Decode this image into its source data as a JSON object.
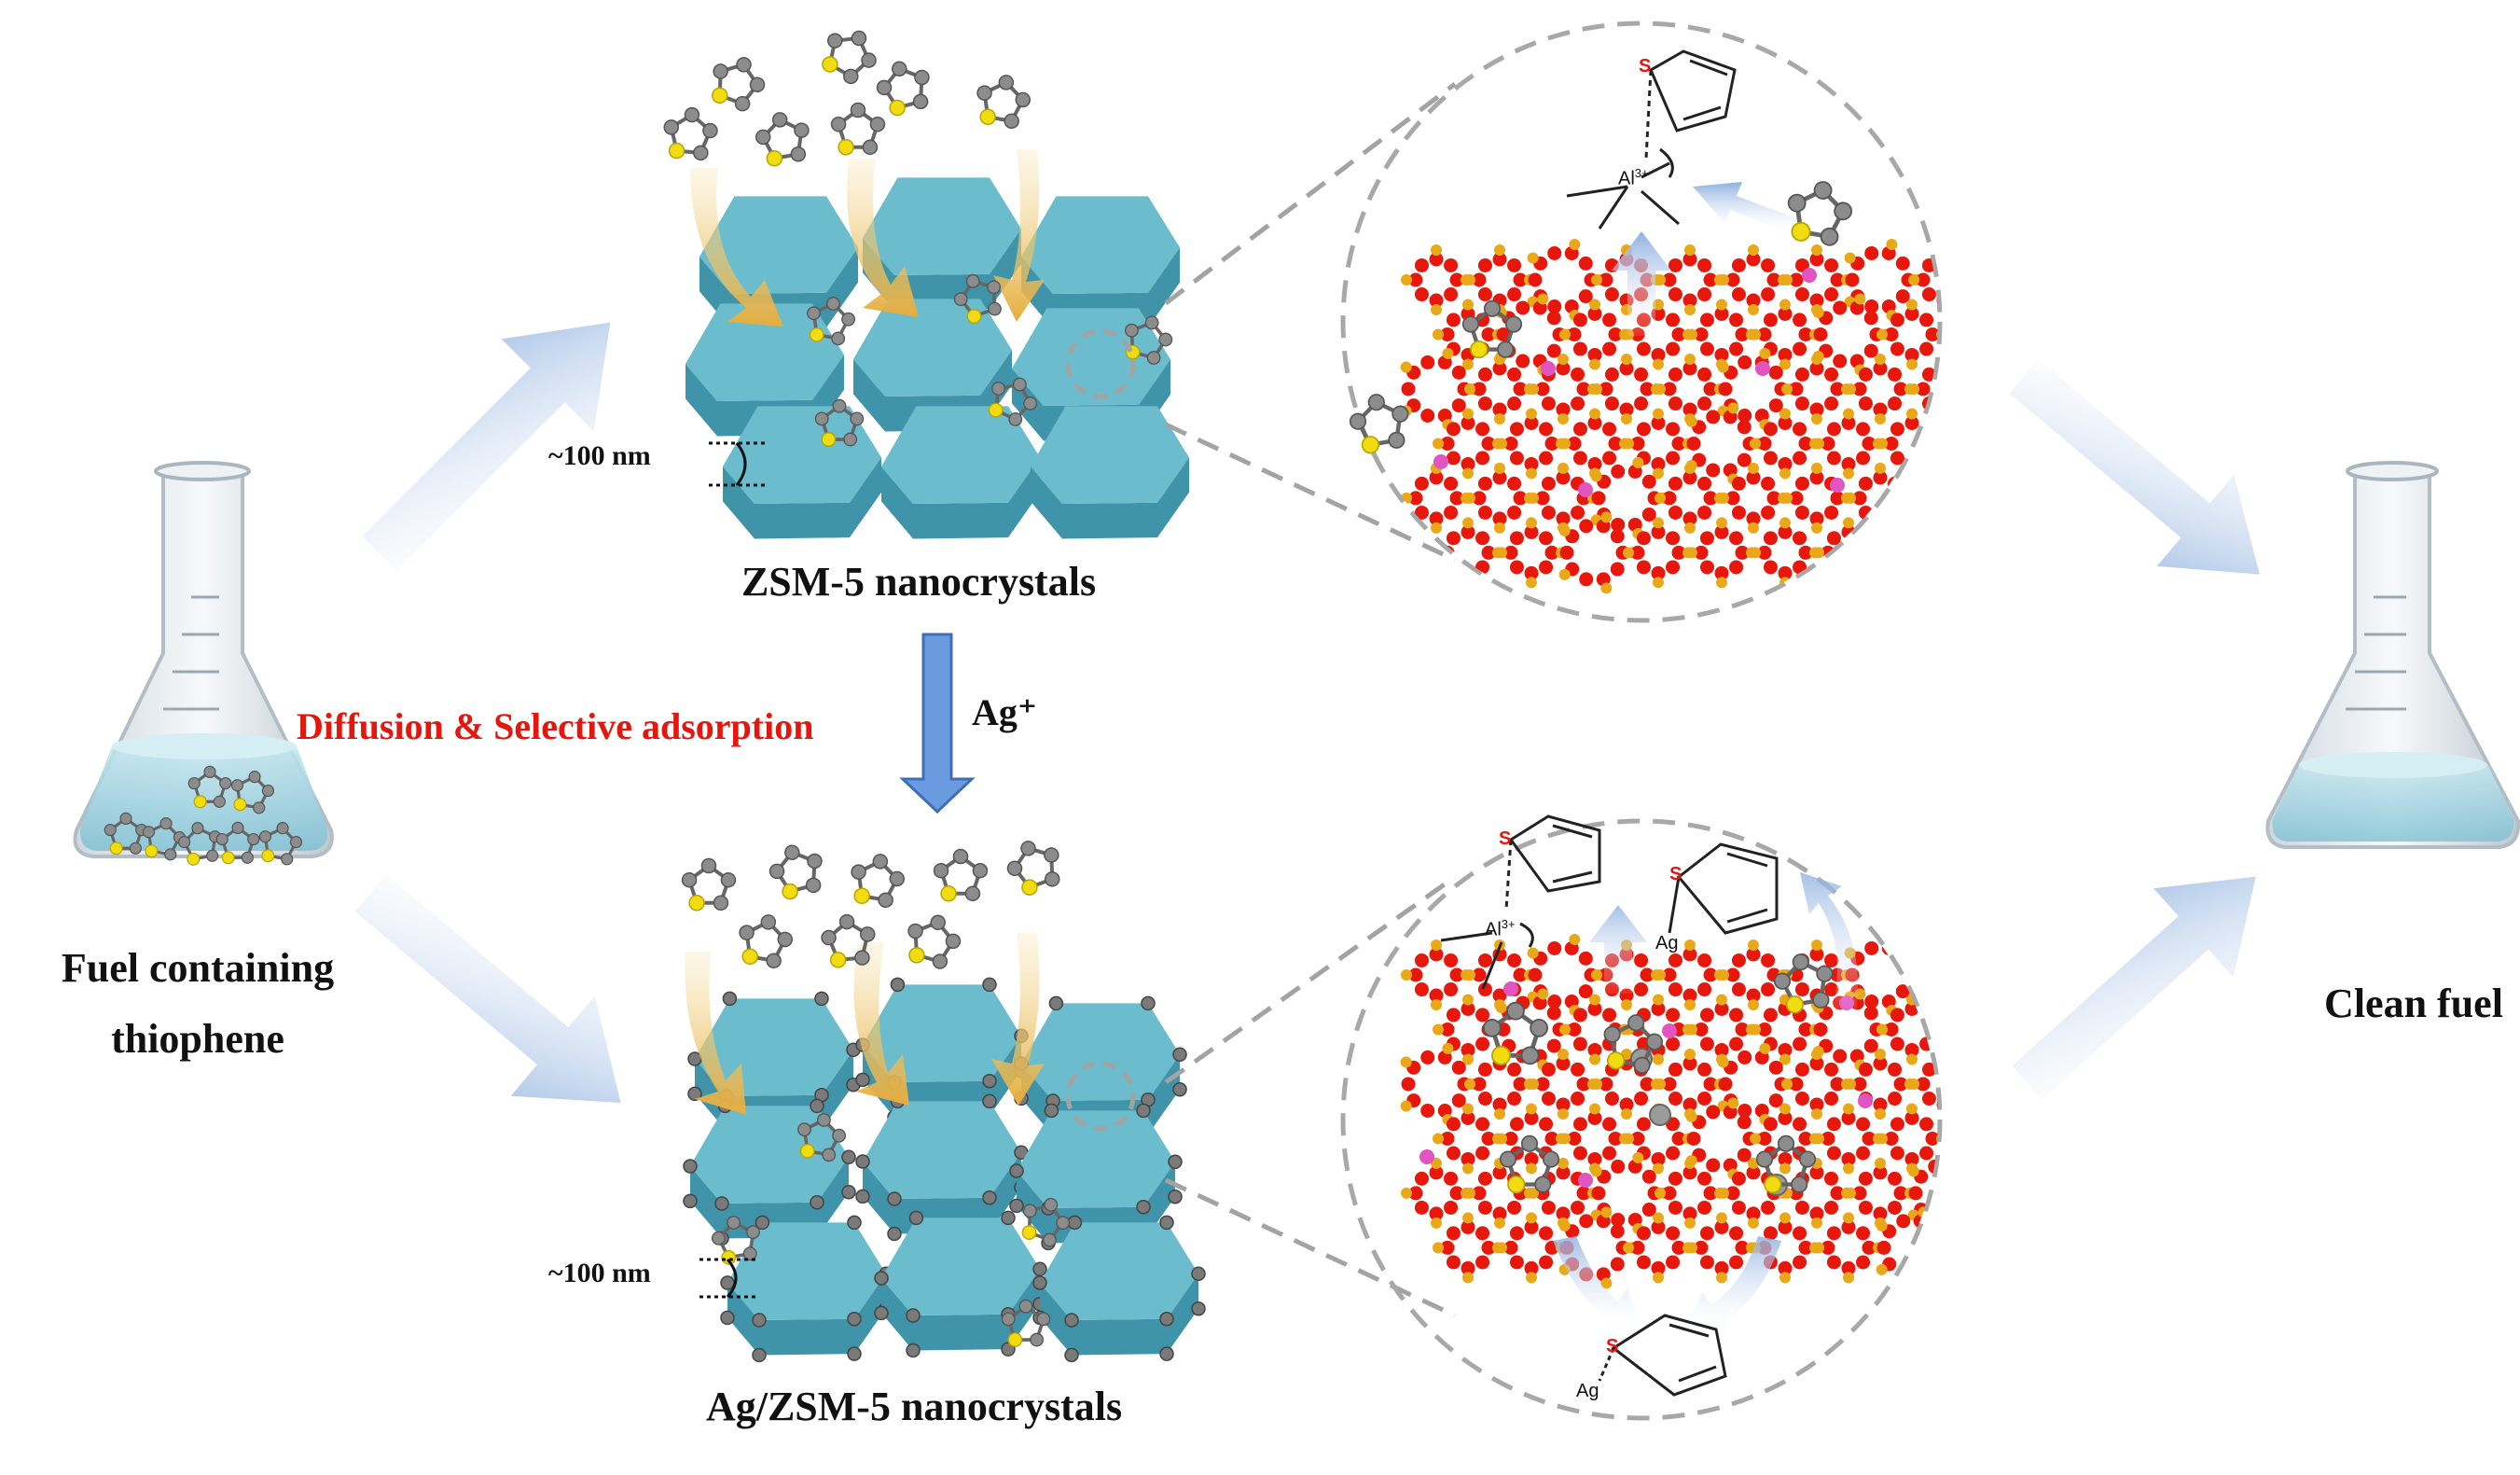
{
  "labels": {
    "fuel_line1": "Fuel containing",
    "fuel_line2": "thiophene",
    "clean_fuel": "Clean fuel",
    "zsm5": "ZSM-5 nanocrystals",
    "ag_zsm5": "Ag/ZSM-5 nanocrystals",
    "ag_plus": "Ag⁺",
    "diffusion": "Diffusion & Selective adsorption",
    "size_top": "~100 nm",
    "size_bottom": "~100 nm",
    "al_top": "Al",
    "al_top_sup": "3+",
    "s_top": "S",
    "al_bot": "Al",
    "al_bot_sup": "3+",
    "s_bot1": "S",
    "s_bot2": "S",
    "ag_bot1": "Ag",
    "s_bot3": "S",
    "ag_bot2": "Ag"
  },
  "colors": {
    "crystal_top": "#6bbccd",
    "crystal_side": "#3f94aa",
    "oxygen": "#e8170c",
    "silicon": "#e9a818",
    "aluminum": "#e055c0",
    "carbon": "#8c8c8c",
    "sulfur": "#f0dc10",
    "diffusion_text": "#e3170d",
    "big_arrow": "#a9c4e6",
    "down_arrow": "#5b8fd6",
    "yellow_arrow": "#e8b84a",
    "liquid": "#a8d6e4",
    "dashed": "#9a9a9a"
  }
}
